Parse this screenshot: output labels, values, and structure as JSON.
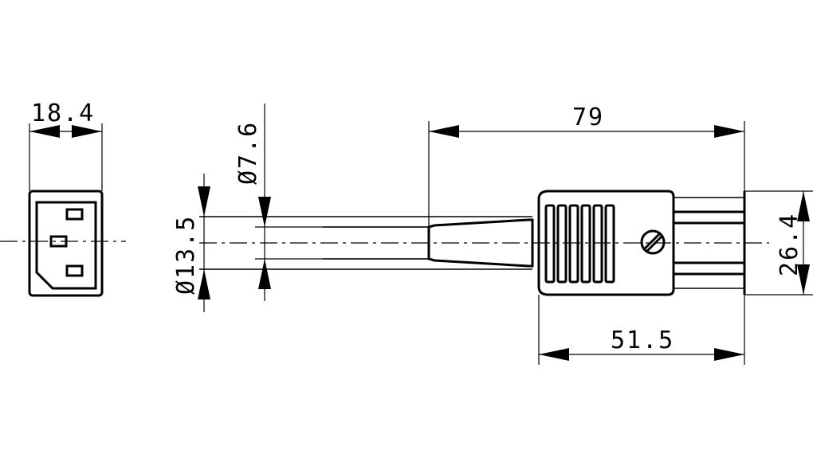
{
  "dimensions": {
    "front_width": "18.4",
    "cable_diameter": "Ø7.6",
    "boot_diameter": "Ø13.5",
    "total_length": "79",
    "housing_height": "26.4",
    "housing_length": "51.5"
  }
}
